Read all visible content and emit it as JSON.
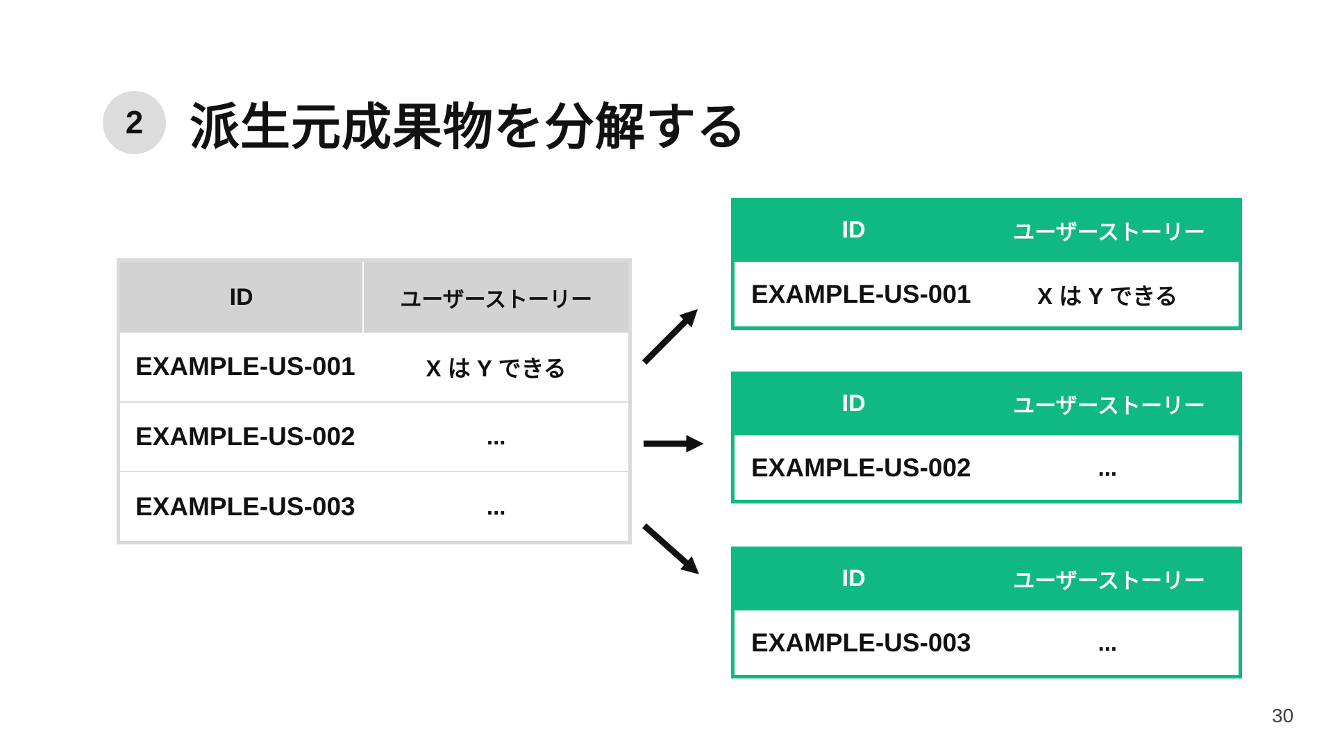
{
  "slide": {
    "badge_number": "2",
    "title": "派生元成果物を分解する",
    "page_number": "30"
  },
  "colors": {
    "accent_green": "#10b981",
    "header_gray": "#d3d3d3",
    "table_border_gray": "#d9d9d9",
    "badge_gray": "#dcdcdc",
    "arrow_black": "#111111"
  },
  "source_table": {
    "col_id_header": "ID",
    "col_story_header": "ユーザーストーリー",
    "rows": [
      {
        "id": "EXAMPLE-US-001",
        "story": "X は Y できる"
      },
      {
        "id": "EXAMPLE-US-002",
        "story": "..."
      },
      {
        "id": "EXAMPLE-US-003",
        "story": "..."
      }
    ]
  },
  "split_tables": [
    {
      "col_id_header": "ID",
      "col_story_header": "ユーザーストーリー",
      "row": {
        "id": "EXAMPLE-US-001",
        "story": "X は Y できる"
      }
    },
    {
      "col_id_header": "ID",
      "col_story_header": "ユーザーストーリー",
      "row": {
        "id": "EXAMPLE-US-002",
        "story": "..."
      }
    },
    {
      "col_id_header": "ID",
      "col_story_header": "ユーザーストーリー",
      "row": {
        "id": "EXAMPLE-US-003",
        "story": "..."
      }
    }
  ]
}
